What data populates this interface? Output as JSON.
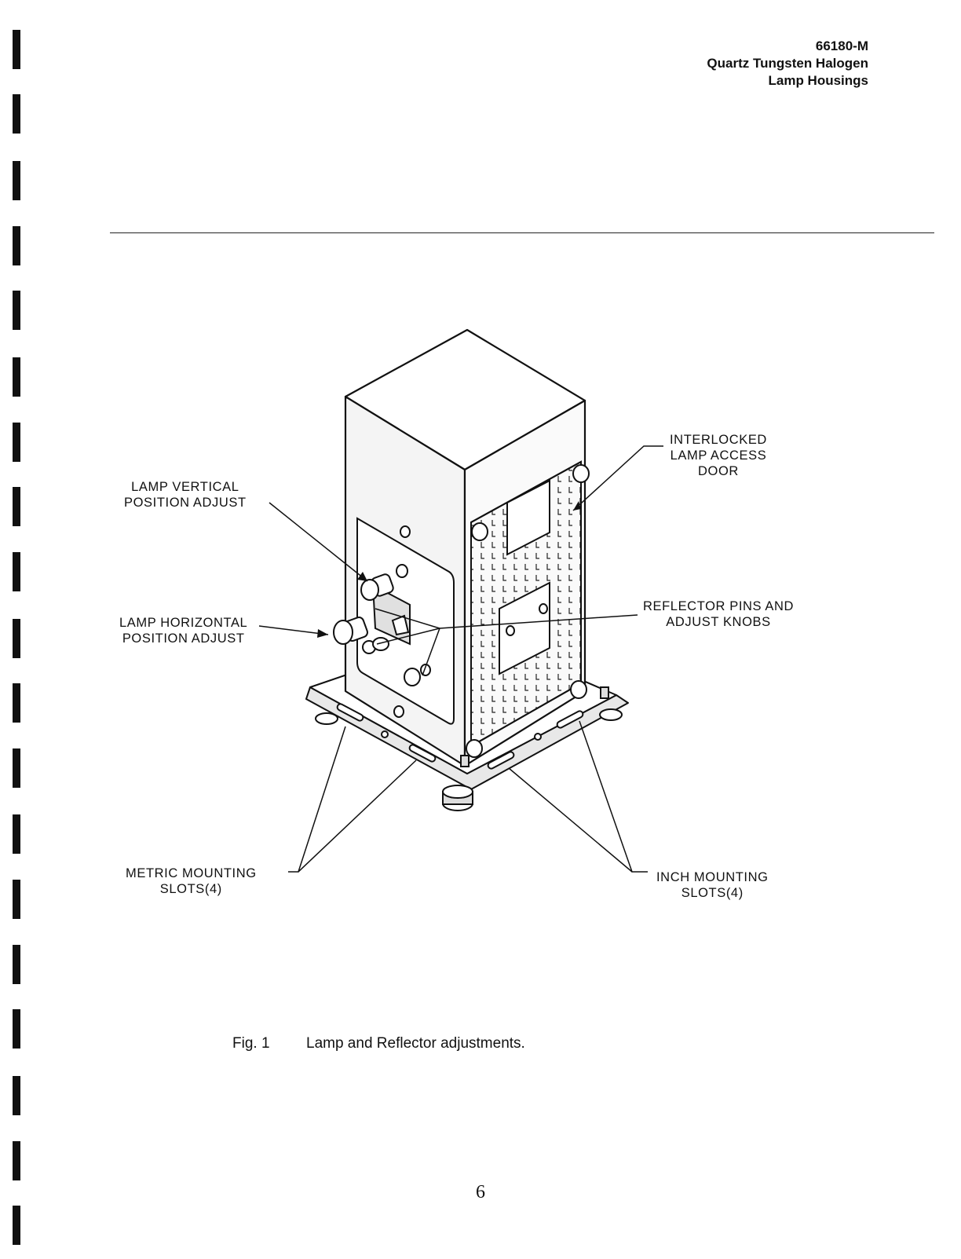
{
  "header": {
    "doc_number": "66180-M",
    "title_line1": "Quartz Tungsten Halogen",
    "title_line2": "Lamp Housings"
  },
  "callouts": {
    "vertical_adjust": [
      "LAMP VERTICAL",
      "POSITION ADJUST"
    ],
    "horizontal_adjust": [
      "LAMP HORIZONTAL",
      "POSITION ADJUST"
    ],
    "access_door": [
      "INTERLOCKED",
      "LAMP ACCESS",
      "DOOR"
    ],
    "reflector": [
      "REFLECTOR PINS AND",
      "ADJUST KNOBS"
    ],
    "metric_slots": [
      "METRIC MOUNTING",
      "SLOTS(4)"
    ],
    "inch_slots": [
      "INCH MOUNTING",
      "SLOTS(4)"
    ]
  },
  "caption": {
    "number": "Fig. 1",
    "text": "Lamp and Reflector adjustments."
  },
  "page_number": "6"
}
